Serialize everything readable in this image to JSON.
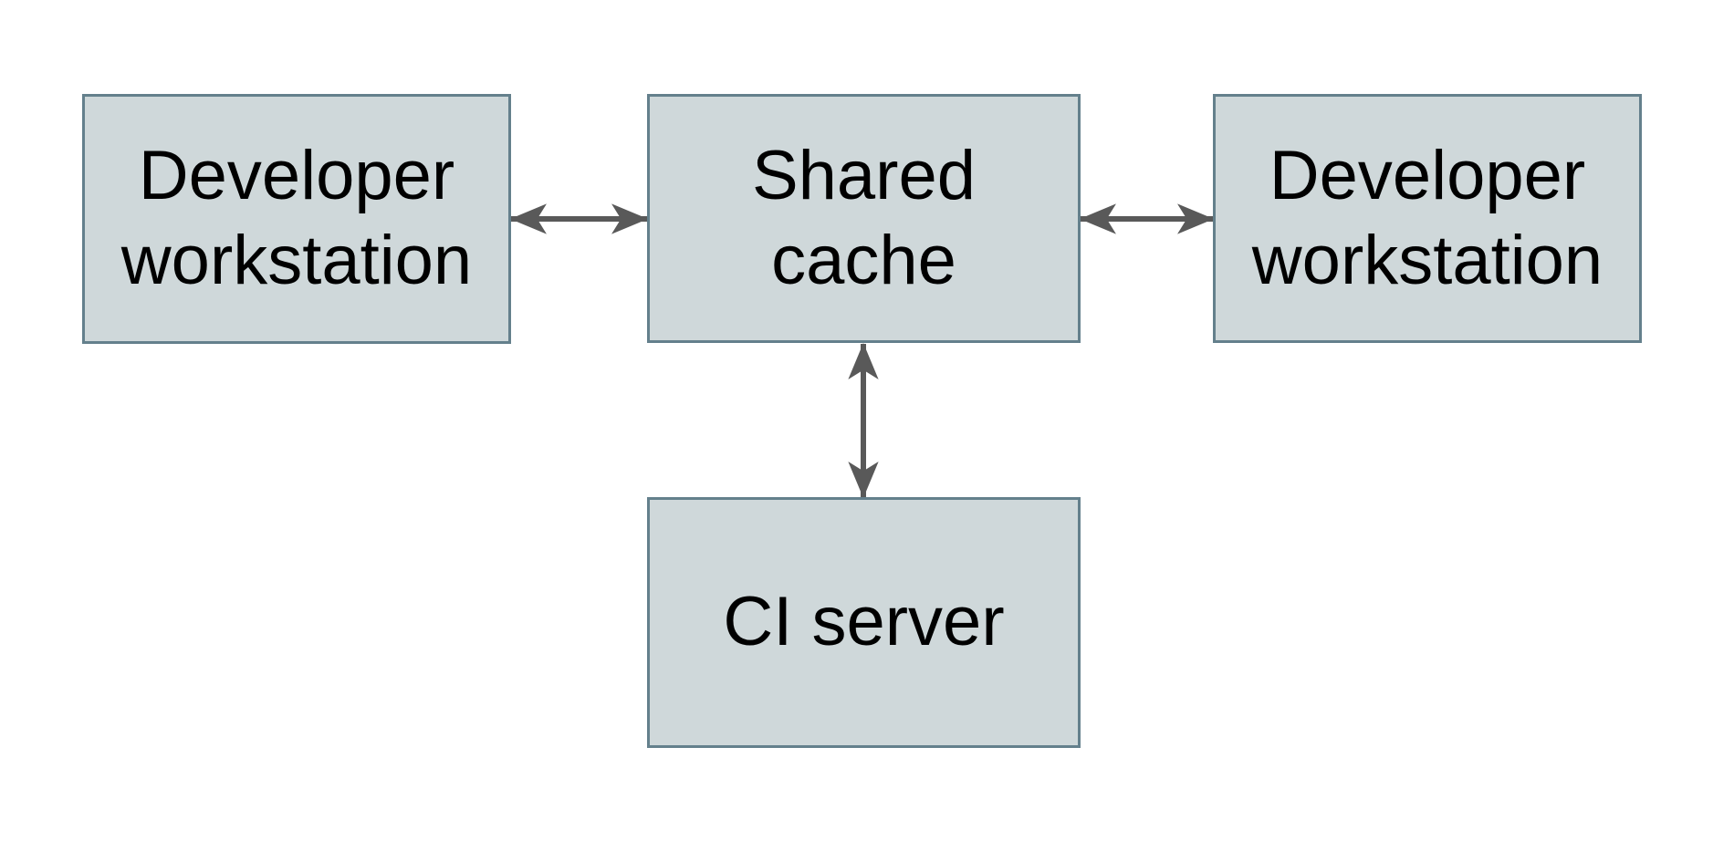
{
  "diagram": {
    "nodes": [
      {
        "id": "developer-workstation-left",
        "label": "Developer workstation"
      },
      {
        "id": "shared-cache",
        "label": "Shared cache"
      },
      {
        "id": "developer-workstation-right",
        "label": "Developer workstation"
      },
      {
        "id": "ci-server",
        "label": "CI server"
      }
    ],
    "edges": [
      {
        "from": "developer-workstation-left",
        "to": "shared-cache",
        "direction": "bidirectional"
      },
      {
        "from": "shared-cache",
        "to": "developer-workstation-right",
        "direction": "bidirectional"
      },
      {
        "from": "shared-cache",
        "to": "ci-server",
        "direction": "bidirectional"
      }
    ]
  },
  "colors": {
    "node_fill": "#cfd8da",
    "node_border": "#64808c",
    "arrow": "#595959",
    "text": "#000000",
    "background": "#ffffff"
  }
}
